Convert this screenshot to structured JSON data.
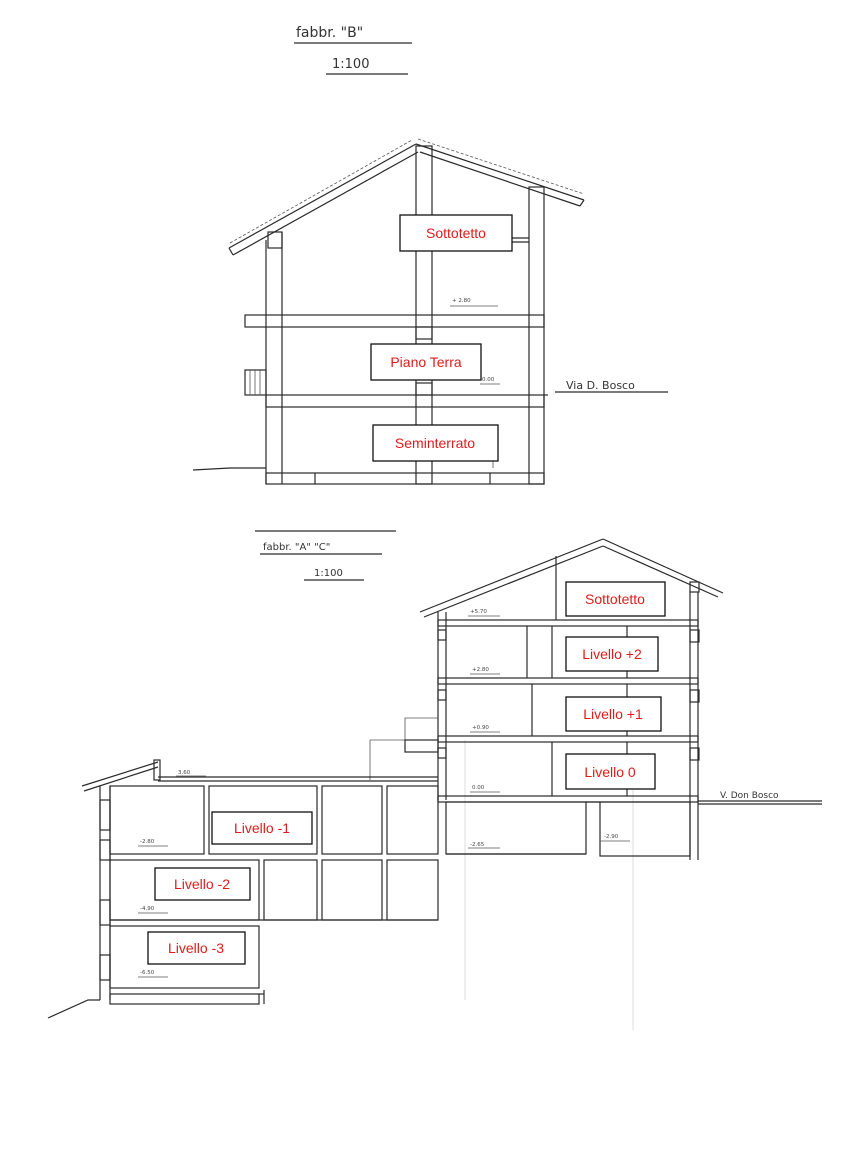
{
  "header_b": {
    "title": "fabbr. \"B\"",
    "scale": "1:100"
  },
  "header_ac": {
    "title": "fabbr. \"A\" \"C\"",
    "scale": "1:100"
  },
  "street_b": "Via D. Bosco",
  "street_ac": "V. Don Bosco",
  "labels_b": [
    "Sottotetto",
    "Piano Terra",
    "Seminterrato"
  ],
  "labels_ac": [
    "Sottotetto",
    "Livello +2",
    "Livello +1",
    "Livello 0",
    "Livello -1",
    "Livello -2",
    "Livello -3"
  ],
  "label_color": "#e01b1b"
}
